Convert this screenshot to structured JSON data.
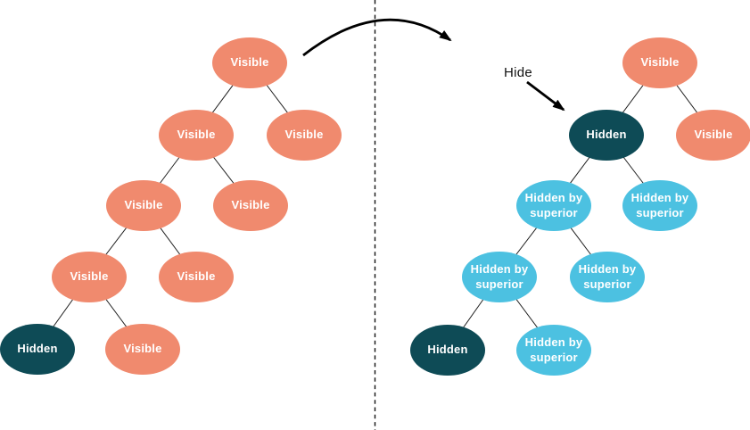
{
  "diagram_title_present": false,
  "colors": {
    "visible": "#F08A6E",
    "hidden": "#0E4B56",
    "hidden_by_superior": "#4CC1E1",
    "edge": "#1f1f1f",
    "arrow": "#000000"
  },
  "annotation": {
    "hide_label": "Hide"
  },
  "trees": {
    "before": {
      "nodes": [
        {
          "label": "Visible",
          "state": "visible"
        },
        {
          "label": "Visible",
          "state": "visible"
        },
        {
          "label": "Visible",
          "state": "visible"
        },
        {
          "label": "Visible",
          "state": "visible"
        },
        {
          "label": "Visible",
          "state": "visible"
        },
        {
          "label": "Visible",
          "state": "visible"
        },
        {
          "label": "Visible",
          "state": "visible"
        },
        {
          "label": "Hidden",
          "state": "hidden"
        },
        {
          "label": "Visible",
          "state": "visible"
        }
      ]
    },
    "after": {
      "nodes": [
        {
          "label": "Visible",
          "state": "visible"
        },
        {
          "label": "Hidden",
          "state": "hidden"
        },
        {
          "label": "Visible",
          "state": "visible"
        },
        {
          "label": "Hidden by superior",
          "state": "hidden_by_superior"
        },
        {
          "label": "Hidden by superior",
          "state": "hidden_by_superior"
        },
        {
          "label": "Hidden by superior",
          "state": "hidden_by_superior"
        },
        {
          "label": "Hidden by superior",
          "state": "hidden_by_superior"
        },
        {
          "label": "Hidden",
          "state": "hidden"
        },
        {
          "label": "Hidden by superior",
          "state": "hidden_by_superior"
        }
      ]
    }
  }
}
